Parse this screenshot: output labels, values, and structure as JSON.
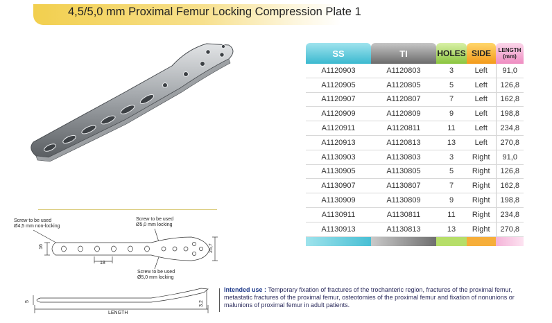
{
  "title": "4,5/5,0 mm Proximal Femur Locking Compression Plate 1",
  "table": {
    "headers": {
      "ss": "SS",
      "ti": "TI",
      "holes": "HOLES",
      "side": "SIDE",
      "length_l1": "LENGTH",
      "length_l2": "(mm)"
    },
    "rows": [
      {
        "ss": "A1120903",
        "ti": "A1120803",
        "holes": "3",
        "side": "Left",
        "length": "91,0"
      },
      {
        "ss": "A1120905",
        "ti": "A1120805",
        "holes": "5",
        "side": "Left",
        "length": "126,8"
      },
      {
        "ss": "A1120907",
        "ti": "A1120807",
        "holes": "7",
        "side": "Left",
        "length": "162,8"
      },
      {
        "ss": "A1120909",
        "ti": "A1120809",
        "holes": "9",
        "side": "Left",
        "length": "198,8"
      },
      {
        "ss": "A1120911",
        "ti": "A1120811",
        "holes": "11",
        "side": "Left",
        "length": "234,8"
      },
      {
        "ss": "A1120913",
        "ti": "A1120813",
        "holes": "13",
        "side": "Left",
        "length": "270,8"
      },
      {
        "ss": "A1130903",
        "ti": "A1130803",
        "holes": "3",
        "side": "Right",
        "length": "91,0"
      },
      {
        "ss": "A1130905",
        "ti": "A1130805",
        "holes": "5",
        "side": "Right",
        "length": "126,8"
      },
      {
        "ss": "A1130907",
        "ti": "A1130807",
        "holes": "7",
        "side": "Right",
        "length": "162,8"
      },
      {
        "ss": "A1130909",
        "ti": "A1130809",
        "holes": "9",
        "side": "Right",
        "length": "198,8"
      },
      {
        "ss": "A1130911",
        "ti": "A1130811",
        "holes": "11",
        "side": "Right",
        "length": "234,8"
      },
      {
        "ss": "A1130913",
        "ti": "A1130813",
        "holes": "13",
        "side": "Right",
        "length": "270,8"
      }
    ]
  },
  "drawing": {
    "screw_left_l1": "Screw to be used",
    "screw_left_l2": "Ø4,5 mm non-locking",
    "screw_right_l1": "Screw to be used",
    "screw_right_l2": "Ø5,0 mm locking",
    "screw_bottom_l1": "Screw to be used",
    "screw_bottom_l2": "Ø5,0 mm locking",
    "dim_16": "16",
    "dim_18": "18",
    "dim_25_7": "25,7",
    "dim_5": "5",
    "dim_3_2": "3,2",
    "length_label": "LENGTH"
  },
  "intended_use": {
    "label": "Intended use :",
    "text": "Temporary fixation of fractures of the trochanteric region, fractures of the proximal femur, metastatic fractures of the proximal femur, osteotomies of the proximal femur and fixation of nonunions or malunions of proximal femur in adult patients."
  },
  "colors": {
    "title_bar": "#f2cf4e",
    "ss": "#3bb9d0",
    "ti": "#6b6b6b",
    "holes": "#8bc53f",
    "side": "#f39a1a",
    "length": "#ef8dc2"
  }
}
